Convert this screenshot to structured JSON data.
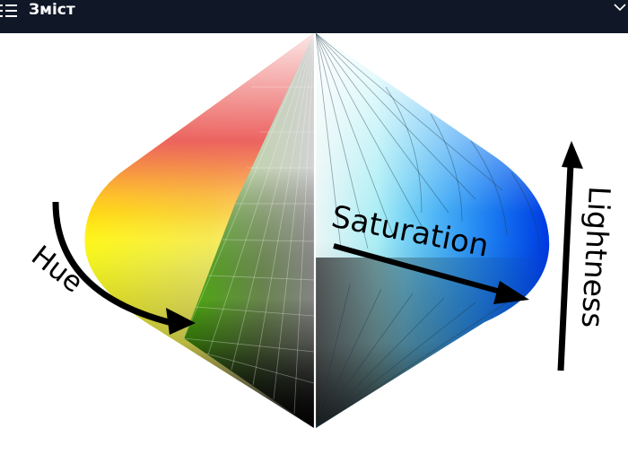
{
  "topbar": {
    "title": "Зміст",
    "menu_icon": "list-icon",
    "collapse_icon": "chevron-down-icon"
  },
  "figure": {
    "labels": {
      "hue": "Hue",
      "saturation": "Saturation",
      "lightness": "Lightness"
    },
    "colors": {
      "topbar_bg": "#101727",
      "red": "#ff2200",
      "yellow": "#ffff00",
      "green": "#55cc00",
      "cyan": "#00ffff",
      "blue": "#0000ff"
    }
  }
}
